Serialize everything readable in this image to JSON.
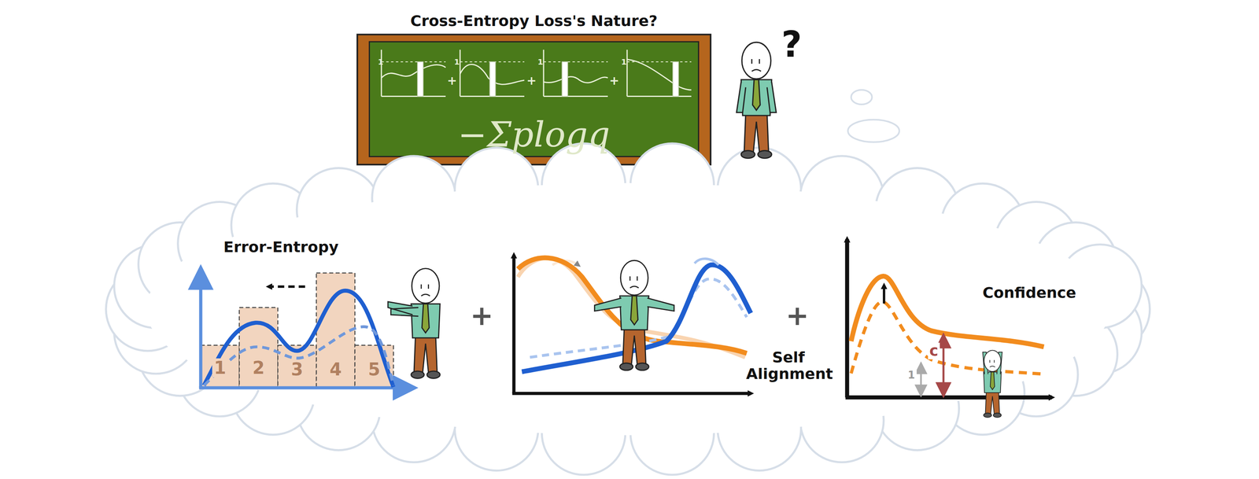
{
  "diagram": {
    "title": "Cross-Entropy Loss's Nature?",
    "nodes": [
      {
        "text": [
          "−Σplogq"
        ]
      }
    ],
    "labels": [
      "1",
      "+",
      "1",
      "+",
      "1",
      "+",
      "1",
      "?",
      "Error-Entropy",
      "1",
      "2",
      "3",
      "4",
      "5",
      "+",
      "Self Alignment",
      "+",
      "Confidence",
      "c",
      "1"
    ]
  }
}
